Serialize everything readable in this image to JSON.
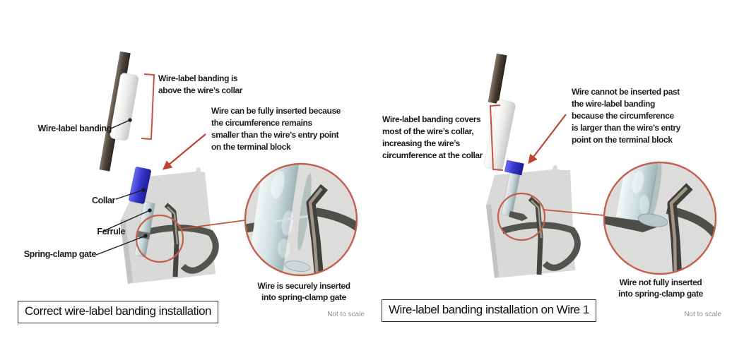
{
  "panels": {
    "left": {
      "title": "Correct wire-label banding installation",
      "scale_note": "Not to scale",
      "labels": {
        "wire_label_banding": "Wire-label banding",
        "collar": "Collar",
        "ferrule": "Ferrule",
        "spring_clamp_gate": "Spring-clamp gate"
      },
      "annotations": {
        "banding_position": "Wire-label banding is\nabove the wire’s collar",
        "insertion_result": "Wire can be fully inserted because\nthe circumference remains\nsmaller than the wire’s entry point\non the terminal block",
        "zoom_caption": "Wire is securely inserted\ninto spring-clamp gate"
      }
    },
    "right": {
      "title": "Wire-label banding installation on Wire 1",
      "scale_note": "Not to scale",
      "annotations": {
        "banding_position": "Wire-label banding covers\nmost of the wire’s collar,\nincreasing the wire’s\ncircumference at the collar",
        "insertion_result": "Wire cannot be inserted past\nthe wire-label banding\nbecause the circumference\nis larger than the wire’s entry\npoint on the terminal block",
        "zoom_caption": "Wire not fully inserted\ninto spring-clamp gate"
      }
    }
  },
  "colors": {
    "accent_red": "#bf4330",
    "magnifier_ring_red": "#c4604e",
    "collar_blue": "#3a3acc",
    "banding_white": "#f0f0ee",
    "ferrule_silver": "#c6d4d6",
    "terminal_block_gray": "#d9d9d7",
    "wire_brown": "#54493d",
    "clamp_gray": "#53534f",
    "scale_note_gray": "#8f8f8f"
  }
}
